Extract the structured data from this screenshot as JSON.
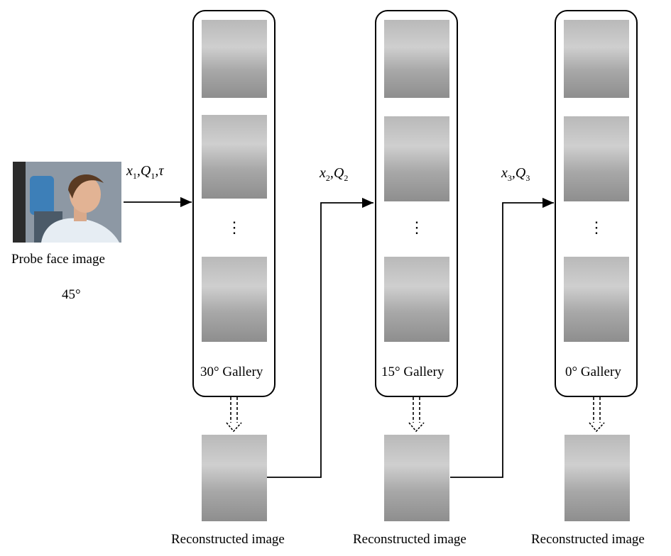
{
  "probe": {
    "caption": "Probe face image",
    "angle": "45°"
  },
  "params": [
    {
      "x": "x",
      "xsub": "1",
      "q": "Q",
      "qsub": "1",
      "extra": ",τ"
    },
    {
      "x": "x",
      "xsub": "2",
      "q": "Q",
      "qsub": "2",
      "extra": ""
    },
    {
      "x": "x",
      "xsub": "3",
      "q": "Q",
      "qsub": "3",
      "extra": ""
    }
  ],
  "galleries": [
    {
      "label": "30° Gallery",
      "ellipsis": "⋮"
    },
    {
      "label": "15° Gallery",
      "ellipsis": "⋮"
    },
    {
      "label": "0° Gallery",
      "ellipsis": "⋮"
    }
  ],
  "reconstructed": [
    {
      "caption": "Reconstructed image"
    },
    {
      "caption": "Reconstructed image"
    },
    {
      "caption": "Reconstructed image"
    }
  ],
  "colors": {
    "probe_background": "#8f9aa6",
    "probe_chair": "#3d7fb8",
    "face_gray": "#b5b5b5"
  },
  "icons": {
    "probe": "photo-of-person-side-view",
    "gallery_faces": "grayscale-frontal-face-photos",
    "reconstructed": "grayscale-face-photo"
  }
}
